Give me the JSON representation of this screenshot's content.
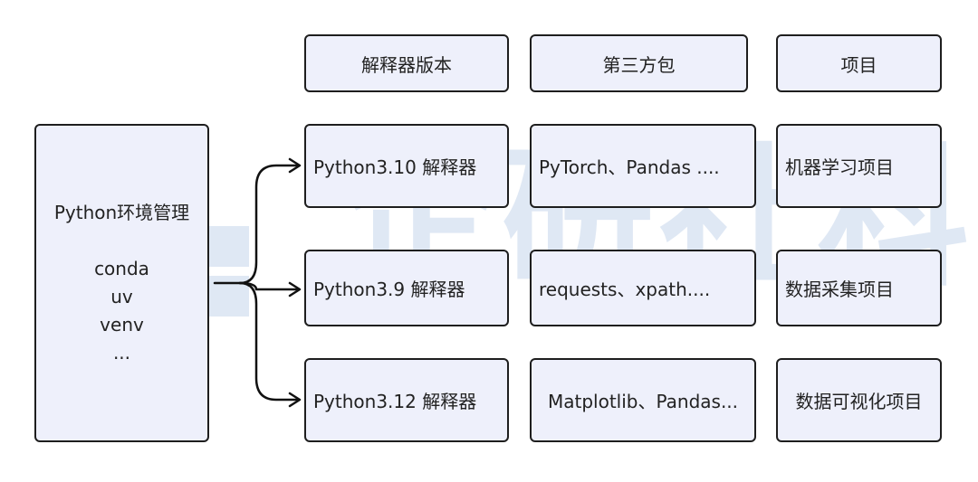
{
  "watermark": {
    "text": "企研社科",
    "color": "#dfe8f4"
  },
  "manager": {
    "title": "Python环境管理",
    "tools": [
      "conda",
      "uv",
      "venv",
      "..."
    ]
  },
  "headers": {
    "interpreter": "解释器版本",
    "packages": "第三方包",
    "project": "项目"
  },
  "rows": [
    {
      "interpreter": "Python3.10 解释器",
      "packages": "PyTorch、Pandas ....",
      "project": "机器学习项目"
    },
    {
      "interpreter": "Python3.9 解释器",
      "packages": "requests、xpath....",
      "project": "数据采集项目"
    },
    {
      "interpreter": "Python3.12  解释器",
      "packages": "Matplotlib、Pandas...",
      "project": "数据可视化项目"
    }
  ],
  "colors": {
    "box_fill": "#eef0fb",
    "box_border": "#1e1e1e",
    "arrow": "#111111"
  }
}
